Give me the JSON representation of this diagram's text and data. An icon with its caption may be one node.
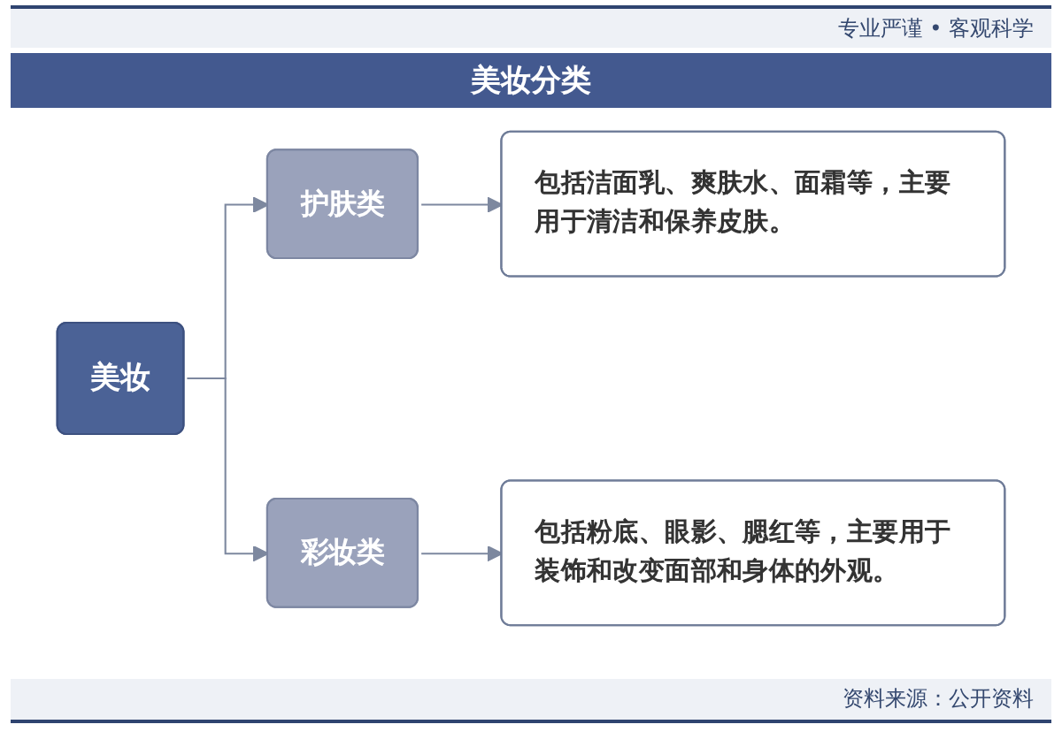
{
  "diagram": {
    "title": "美妆分类",
    "nodes": [
      {
        "text": [
          "美妆"
        ]
      },
      {
        "text": [
          "护肤类"
        ]
      },
      {
        "text": [
          "包括洁面乳、爽肤水、面霜等，主要用于清洁和保养皮肤。"
        ]
      },
      {
        "text": [
          "彩妆类"
        ]
      },
      {
        "text": [
          "包括粉底、眼影、腮红等，主要用于装饰和改变面部和身体的外观。"
        ]
      }
    ],
    "edges": [
      {
        "from": 0,
        "to": 1,
        "arrow": "to"
      },
      {
        "from": 0,
        "to": 3,
        "arrow": "to"
      },
      {
        "from": 1,
        "to": 2,
        "arrow": "to"
      },
      {
        "from": 3,
        "to": 4,
        "arrow": "to"
      }
    ],
    "labels": [
      "专业严谨 • 客观科学",
      "资料来源：公开资料"
    ]
  }
}
